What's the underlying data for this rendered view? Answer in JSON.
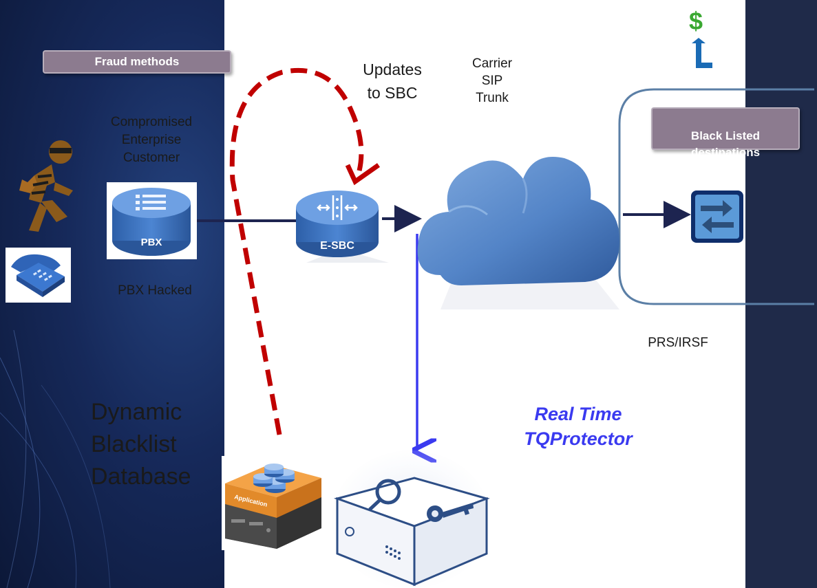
{
  "badges": {
    "fraud_methods": "Fraud methods",
    "black_listed": "Black Listed\ndestinations"
  },
  "labels": {
    "updates_to_sbc": "Updates\nto SBC",
    "carrier_sip_trunk": "Carrier\nSIP\nTrunk",
    "compromised_customer": "Compromised\nEnterprise\nCustomer",
    "pbx_hacked": "PBX Hacked",
    "prs_irsf": "PRS/IRSF",
    "dynamic_blacklist": "Dynamic\nBlacklist\nDatabase",
    "real_time_tqprotector": "Real Time\nTQProtector"
  },
  "device_labels": {
    "pbx": "PBX",
    "esbc": "E-SBC",
    "application": "Application"
  },
  "colors": {
    "accent_blue": "#3a3af0",
    "dashed_red": "#c00000",
    "navy": "#1d2450",
    "badge_fill": "#8c7b8f",
    "money_green": "#3aa832",
    "arrow_blue": "#1a6bb5"
  },
  "icons": {
    "burglar": "burglar-icon",
    "telephone": "telephone-icon",
    "pbx": "pbx-icon",
    "esbc": "esbc-icon",
    "cloud": "cloud-icon",
    "switch": "switch-icon",
    "database_server": "database-server-icon",
    "protector_appliance": "protector-appliance-icon",
    "money_up": "dollar-up-icon"
  }
}
